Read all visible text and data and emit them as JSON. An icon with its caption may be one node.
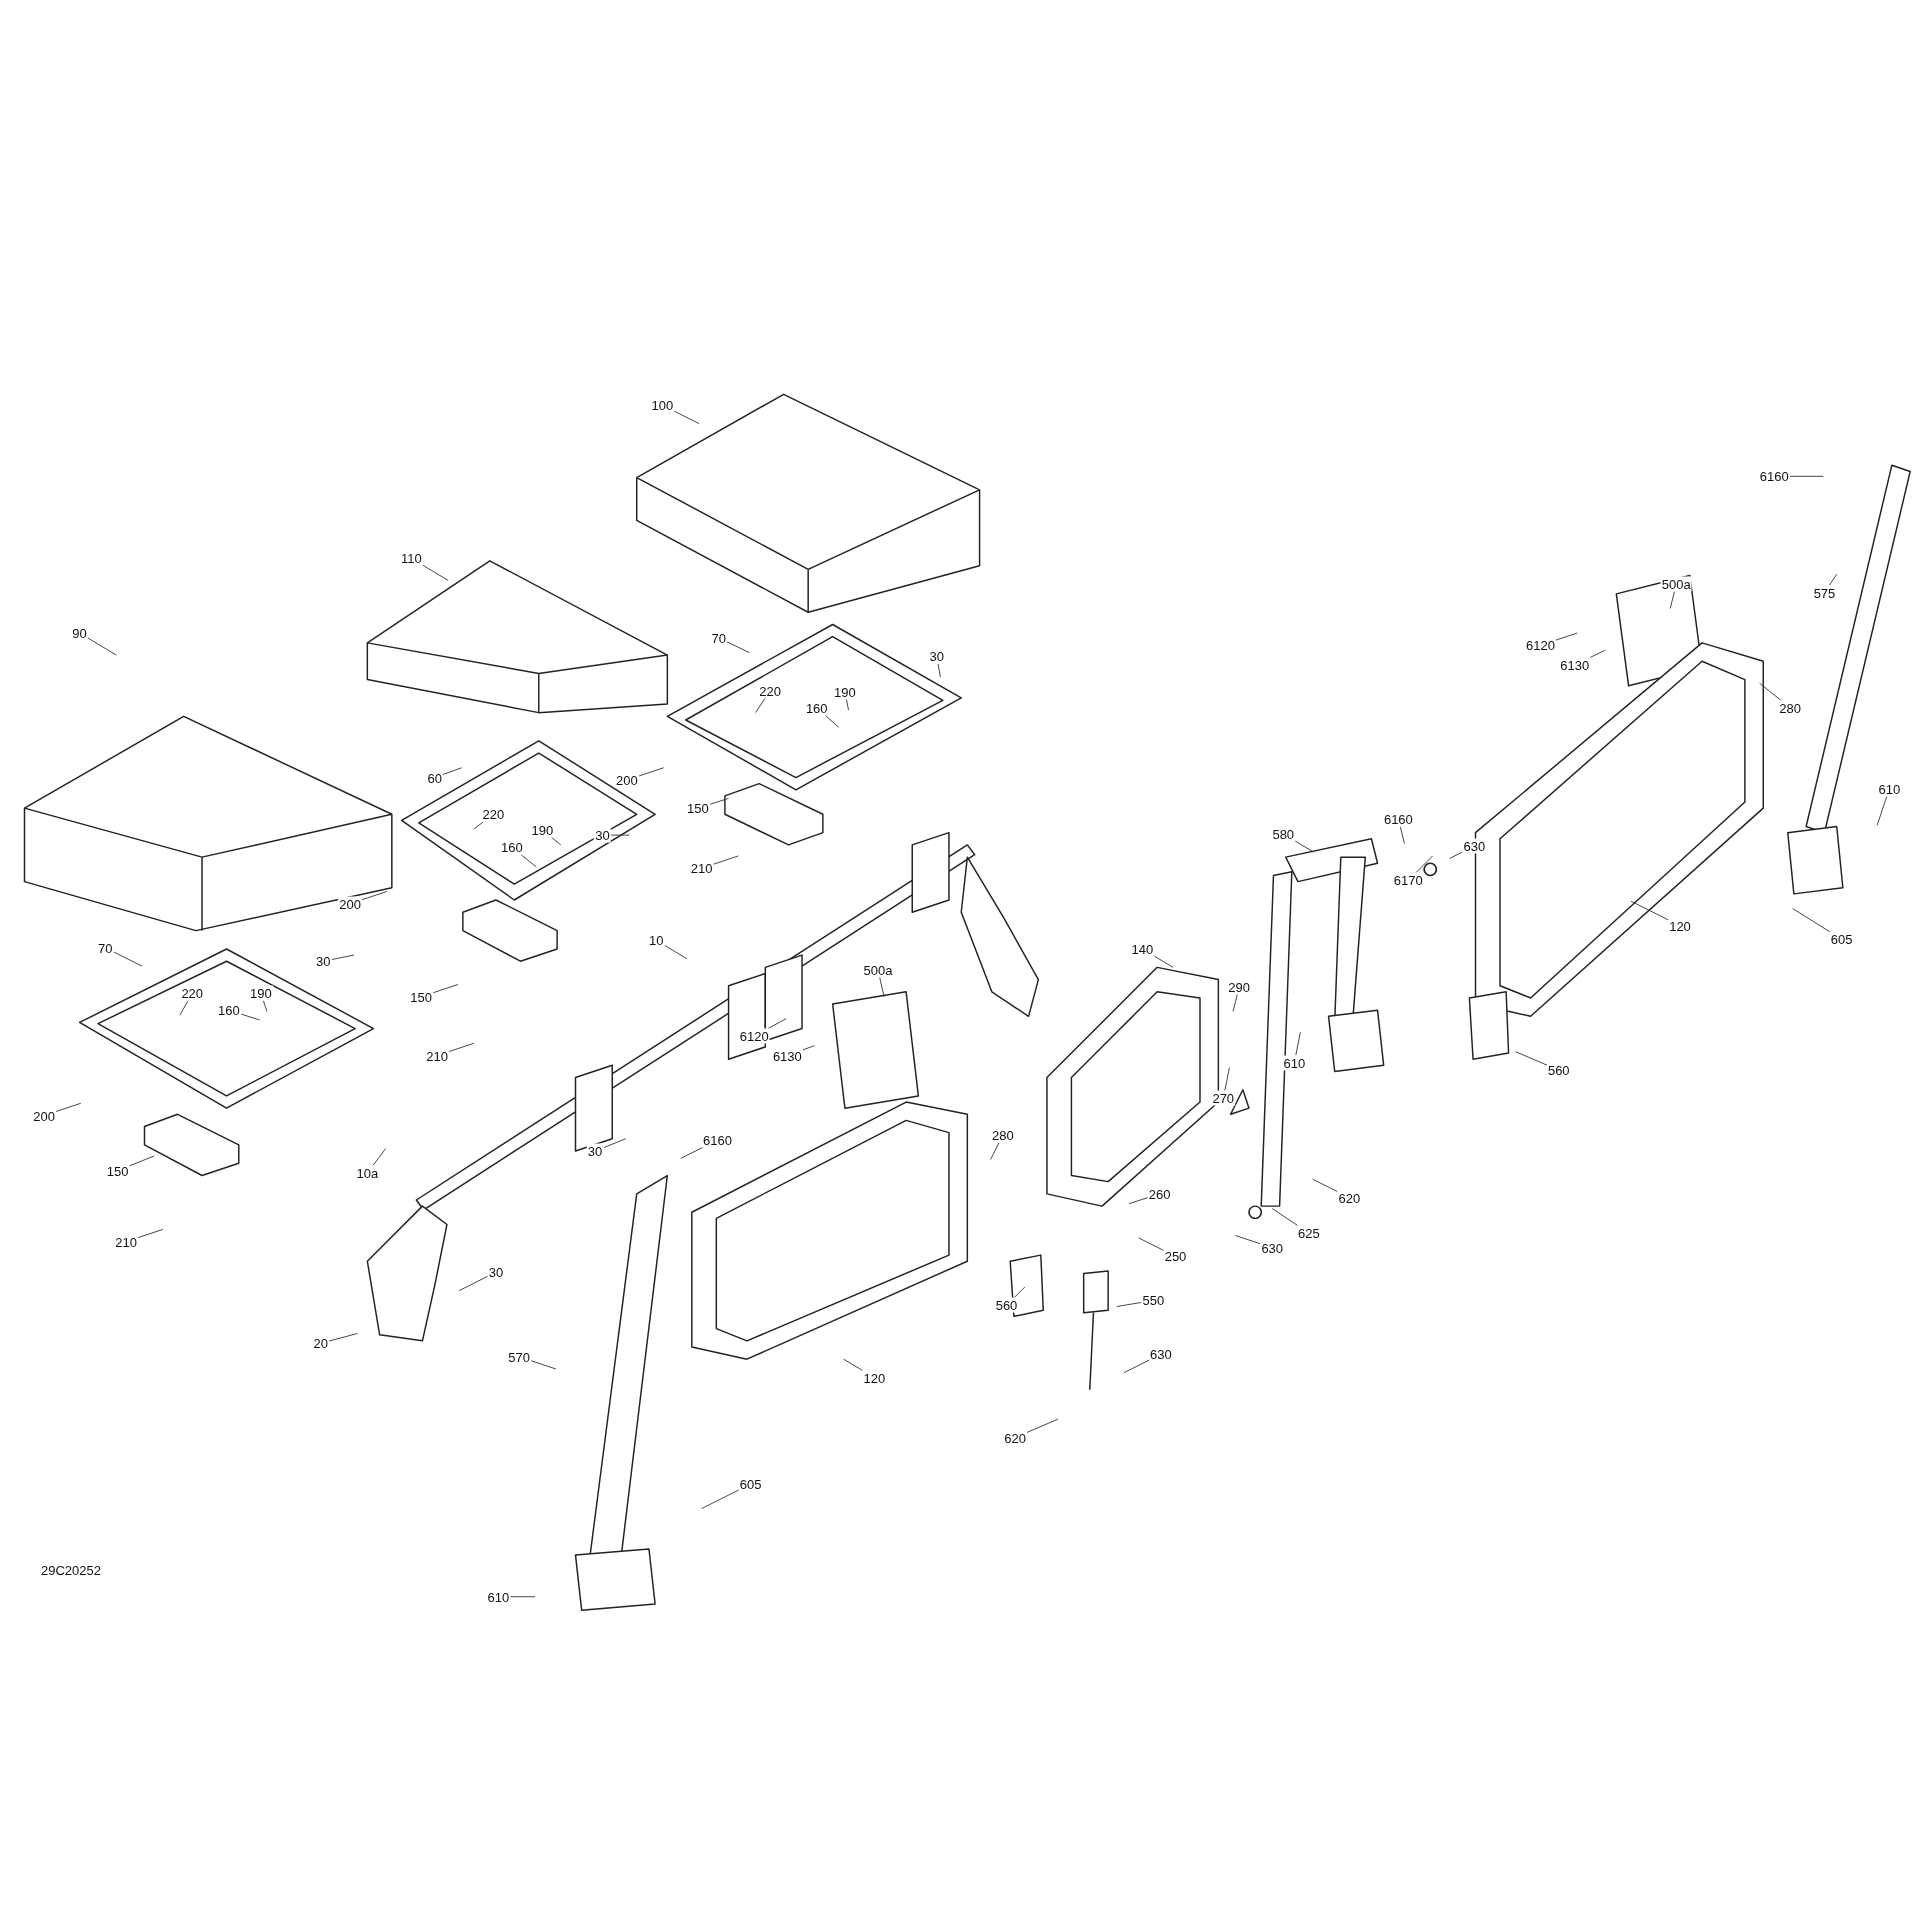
{
  "diagram": {
    "nodes": [
      {
        "text": [
          "100"
        ]
      },
      {
        "text": [
          "110"
        ]
      },
      {
        "text": [
          "90"
        ]
      },
      {
        "text": [
          "70"
        ]
      },
      {
        "text": [
          "30"
        ]
      },
      {
        "text": [
          "220"
        ]
      },
      {
        "text": [
          "190"
        ]
      },
      {
        "text": [
          "160"
        ]
      },
      {
        "text": [
          "200"
        ]
      },
      {
        "text": [
          "60"
        ]
      },
      {
        "text": [
          "30"
        ]
      },
      {
        "text": [
          "220"
        ]
      },
      {
        "text": [
          "190"
        ]
      },
      {
        "text": [
          "160"
        ]
      },
      {
        "text": [
          "150"
        ]
      },
      {
        "text": [
          "210"
        ]
      },
      {
        "text": [
          "200"
        ]
      },
      {
        "text": [
          "70"
        ]
      },
      {
        "text": [
          "30"
        ]
      },
      {
        "text": [
          "220"
        ]
      },
      {
        "text": [
          "190"
        ]
      },
      {
        "text": [
          "160"
        ]
      },
      {
        "text": [
          "200"
        ]
      },
      {
        "text": [
          "150"
        ]
      },
      {
        "text": [
          "210"
        ]
      },
      {
        "text": [
          "10"
        ]
      },
      {
        "text": [
          "500a"
        ]
      },
      {
        "text": [
          "6120"
        ]
      },
      {
        "text": [
          "6130"
        ]
      },
      {
        "text": [
          "150"
        ]
      },
      {
        "text": [
          "210"
        ]
      },
      {
        "text": [
          "10a"
        ]
      },
      {
        "text": [
          "30"
        ]
      },
      {
        "text": [
          "6160"
        ]
      },
      {
        "text": [
          "280"
        ]
      },
      {
        "text": [
          "30"
        ]
      },
      {
        "text": [
          "20"
        ]
      },
      {
        "text": [
          "570"
        ]
      },
      {
        "text": [
          "120"
        ]
      },
      {
        "text": [
          "605"
        ]
      },
      {
        "text": [
          "610"
        ]
      },
      {
        "text": [
          "140"
        ]
      },
      {
        "text": [
          "290"
        ]
      },
      {
        "text": [
          "270"
        ]
      },
      {
        "text": [
          "260"
        ]
      },
      {
        "text": [
          "250"
        ]
      },
      {
        "text": [
          "560"
        ]
      },
      {
        "text": [
          "550"
        ]
      },
      {
        "text": [
          "630"
        ]
      },
      {
        "text": [
          "620"
        ]
      },
      {
        "text": [
          "580"
        ]
      },
      {
        "text": [
          "6160"
        ]
      },
      {
        "text": [
          "630"
        ]
      },
      {
        "text": [
          "6170"
        ]
      },
      {
        "text": [
          "610"
        ]
      },
      {
        "text": [
          "620"
        ]
      },
      {
        "text": [
          "630"
        ]
      },
      {
        "text": [
          "625"
        ]
      },
      {
        "text": [
          "500a"
        ]
      },
      {
        "text": [
          "6120"
        ]
      },
      {
        "text": [
          "6130"
        ]
      },
      {
        "text": [
          "6160"
        ]
      },
      {
        "text": [
          "575"
        ]
      },
      {
        "text": [
          "280"
        ]
      },
      {
        "text": [
          "610"
        ]
      },
      {
        "text": [
          "120"
        ]
      },
      {
        "text": [
          "605"
        ]
      },
      {
        "text": [
          "560"
        ]
      }
    ],
    "edges": [
      {
        "from": 0,
        "to": null,
        "arrow": "none"
      },
      {
        "from": 1,
        "to": null,
        "arrow": "none"
      },
      {
        "from": 2,
        "to": null,
        "arrow": "none"
      },
      {
        "from": 3,
        "to": null,
        "arrow": "none"
      },
      {
        "from": 4,
        "to": null,
        "arrow": "none"
      },
      {
        "from": 5,
        "to": null,
        "arrow": "none"
      },
      {
        "from": 6,
        "to": null,
        "arrow": "none"
      },
      {
        "from": 7,
        "to": null,
        "arrow": "none"
      },
      {
        "from": 8,
        "to": null,
        "arrow": "none"
      },
      {
        "from": 9,
        "to": null,
        "arrow": "none"
      },
      {
        "from": 10,
        "to": null,
        "arrow": "none"
      },
      {
        "from": 11,
        "to": null,
        "arrow": "none"
      },
      {
        "from": 12,
        "to": null,
        "arrow": "none"
      },
      {
        "from": 13,
        "to": null,
        "arrow": "none"
      },
      {
        "from": 14,
        "to": null,
        "arrow": "none"
      },
      {
        "from": 15,
        "to": null,
        "arrow": "none"
      },
      {
        "from": 16,
        "to": null,
        "arrow": "none"
      },
      {
        "from": 17,
        "to": null,
        "arrow": "none"
      },
      {
        "from": 18,
        "to": null,
        "arrow": "none"
      },
      {
        "from": 19,
        "to": null,
        "arrow": "none"
      },
      {
        "from": 20,
        "to": null,
        "arrow": "none"
      },
      {
        "from": 21,
        "to": null,
        "arrow": "none"
      },
      {
        "from": 22,
        "to": null,
        "arrow": "none"
      },
      {
        "from": 23,
        "to": null,
        "arrow": "none"
      },
      {
        "from": 24,
        "to": null,
        "arrow": "none"
      },
      {
        "from": 25,
        "to": null,
        "arrow": "none"
      },
      {
        "from": 26,
        "to": null,
        "arrow": "none"
      },
      {
        "from": 27,
        "to": null,
        "arrow": "none"
      },
      {
        "from": 28,
        "to": null,
        "arrow": "none"
      },
      {
        "from": 29,
        "to": null,
        "arrow": "none"
      },
      {
        "from": 30,
        "to": null,
        "arrow": "none"
      },
      {
        "from": 31,
        "to": null,
        "arrow": "none"
      },
      {
        "from": 32,
        "to": null,
        "arrow": "none"
      },
      {
        "from": 33,
        "to": null,
        "arrow": "none"
      },
      {
        "from": 34,
        "to": null,
        "arrow": "none"
      },
      {
        "from": 35,
        "to": null,
        "arrow": "none"
      },
      {
        "from": 36,
        "to": null,
        "arrow": "none"
      },
      {
        "from": 37,
        "to": null,
        "arrow": "none"
      },
      {
        "from": 38,
        "to": null,
        "arrow": "none"
      },
      {
        "from": 39,
        "to": null,
        "arrow": "none"
      },
      {
        "from": 40,
        "to": null,
        "arrow": "none"
      },
      {
        "from": 41,
        "to": null,
        "arrow": "none"
      },
      {
        "from": 42,
        "to": null,
        "arrow": "none"
      },
      {
        "from": 43,
        "to": null,
        "arrow": "none"
      },
      {
        "from": 44,
        "to": null,
        "arrow": "none"
      },
      {
        "from": 45,
        "to": null,
        "arrow": "none"
      },
      {
        "from": 46,
        "to": null,
        "arrow": "none"
      },
      {
        "from": 47,
        "to": null,
        "arrow": "none"
      },
      {
        "from": 48,
        "to": null,
        "arrow": "none"
      },
      {
        "from": 49,
        "to": null,
        "arrow": "none"
      },
      {
        "from": 50,
        "to": null,
        "arrow": "none"
      },
      {
        "from": 51,
        "to": null,
        "arrow": "none"
      },
      {
        "from": 52,
        "to": null,
        "arrow": "none"
      },
      {
        "from": 53,
        "to": null,
        "arrow": "none"
      },
      {
        "from": 54,
        "to": null,
        "arrow": "none"
      },
      {
        "from": 55,
        "to": null,
        "arrow": "none"
      },
      {
        "from": 56,
        "to": null,
        "arrow": "none"
      },
      {
        "from": 57,
        "to": null,
        "arrow": "none"
      },
      {
        "from": 58,
        "to": null,
        "arrow": "none"
      },
      {
        "from": 59,
        "to": null,
        "arrow": "none"
      },
      {
        "from": 60,
        "to": null,
        "arrow": "none"
      },
      {
        "from": 61,
        "to": null,
        "arrow": "none"
      },
      {
        "from": 62,
        "to": null,
        "arrow": "none"
      },
      {
        "from": 63,
        "to": null,
        "arrow": "none"
      },
      {
        "from": 64,
        "to": null,
        "arrow": "none"
      },
      {
        "from": 65,
        "to": null,
        "arrow": "none"
      },
      {
        "from": 66,
        "to": null,
        "arrow": "none"
      },
      {
        "from": 67,
        "to": null,
        "arrow": "none"
      }
    ],
    "labels": [
      "29C20252"
    ]
  }
}
